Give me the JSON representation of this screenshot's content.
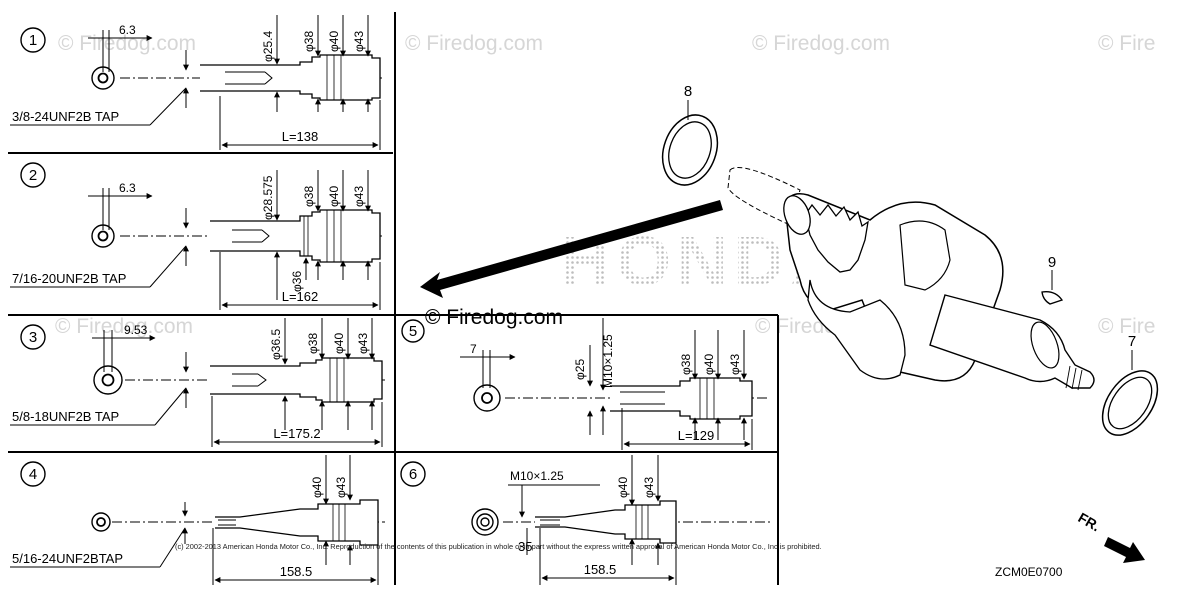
{
  "diagram": {
    "watermarks": [
      "© Firedog.com",
      "© Firedog.com",
      "© Firedog.com",
      "© Fire",
      "© Firedog.com",
      "© Firedog.com",
      "© Fire",
      "© Firedog.com"
    ],
    "brand_watermark": "HONDA",
    "panels": [
      {
        "number": "1",
        "offset": "6.3",
        "diameters": [
          "φ25.4",
          "φ38",
          "φ40",
          "φ43"
        ],
        "tap": "3/8-24UNF2B TAP",
        "length": "L=138"
      },
      {
        "number": "2",
        "offset": "6.3",
        "diameters": [
          "φ28.575",
          "φ38",
          "φ40",
          "φ43",
          "φ36"
        ],
        "tap": "7/16-20UNF2B TAP",
        "length": "L=162"
      },
      {
        "number": "3",
        "offset": "9.53",
        "diameters": [
          "φ36.5",
          "φ38",
          "φ40",
          "φ43"
        ],
        "tap": "5/8-18UNF2B TAP",
        "length": "L=175.2"
      },
      {
        "number": "4",
        "diameters": [
          "φ40",
          "φ43"
        ],
        "tap": "5/16-24UNF2BTAP",
        "length": "158.5"
      },
      {
        "number": "5",
        "offset": "7",
        "diameters": [
          "φ25",
          "M10×1.25",
          "φ38",
          "φ40",
          "φ43"
        ],
        "length": "L=129"
      },
      {
        "number": "6",
        "thread": "M10×1.25",
        "diameters": [
          "φ40",
          "φ43"
        ],
        "sub_length": "35",
        "length": "158.5"
      }
    ],
    "callouts": [
      "8",
      "9",
      "7"
    ],
    "direction_label": "FR.",
    "copyright": "(c) 2002-2013 American Honda Motor Co., Inc. Reproduction of the contents of this publication in whole or in part without the express written approval of American Honda Motor Co., Inc is prohibited.",
    "diagram_code": "ZCM0E0700"
  }
}
